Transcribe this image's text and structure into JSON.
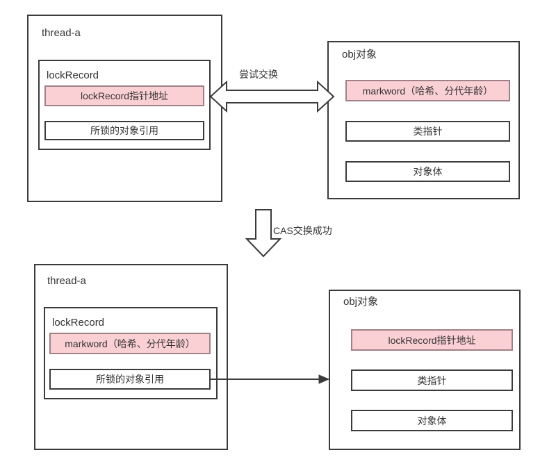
{
  "diagram": {
    "title_top_left": "thread-a",
    "title_top_right": "obj对象",
    "title_bottom_left": "thread-a",
    "title_bottom_right": "obj对象",
    "inner_title_top_left": "lockRecord",
    "inner_title_bottom_left": "lockRecord",
    "labels": {
      "try_swap": "尝试交换",
      "cas_success": "CAS交换成功"
    },
    "top_left": {
      "thread_name": "thread-a",
      "lock_record_name": "lockRecord",
      "rows": [
        {
          "text": "lockRecord指针地址",
          "highlight": true
        },
        {
          "text": "所锁的对象引用",
          "highlight": false
        }
      ]
    },
    "top_right": {
      "object_name": "obj对象",
      "rows": [
        {
          "text": "markword（哈希、分代年龄）",
          "highlight": true
        },
        {
          "text": "类指针",
          "highlight": false
        },
        {
          "text": "对象体",
          "highlight": false
        }
      ]
    },
    "bottom_left": {
      "thread_name": "thread-a",
      "lock_record_name": "lockRecord",
      "rows": [
        {
          "text": "markword（哈希、分代年龄）",
          "highlight": true
        },
        {
          "text": "所锁的对象引用",
          "highlight": false
        }
      ]
    },
    "bottom_right": {
      "object_name": "obj对象",
      "rows": [
        {
          "text": "lockRecord指针地址",
          "highlight": true
        },
        {
          "text": "类指针",
          "highlight": false
        },
        {
          "text": "对象体",
          "highlight": false
        }
      ]
    },
    "colors": {
      "highlight_fill": "#fbd0d5",
      "highlight_border": "#9e8186",
      "stroke": "#3b3b3b",
      "text": "#333333",
      "background": "#ffffff"
    }
  }
}
